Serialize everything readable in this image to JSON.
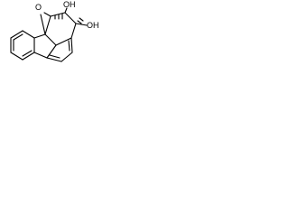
{
  "molecule": {
    "atoms": {
      "epoxide_oxygen": "O",
      "hydroxyl_top": "OH",
      "hydroxyl_right": "OH"
    },
    "colors": {
      "bond": "#000000",
      "background": "#ffffff"
    }
  }
}
